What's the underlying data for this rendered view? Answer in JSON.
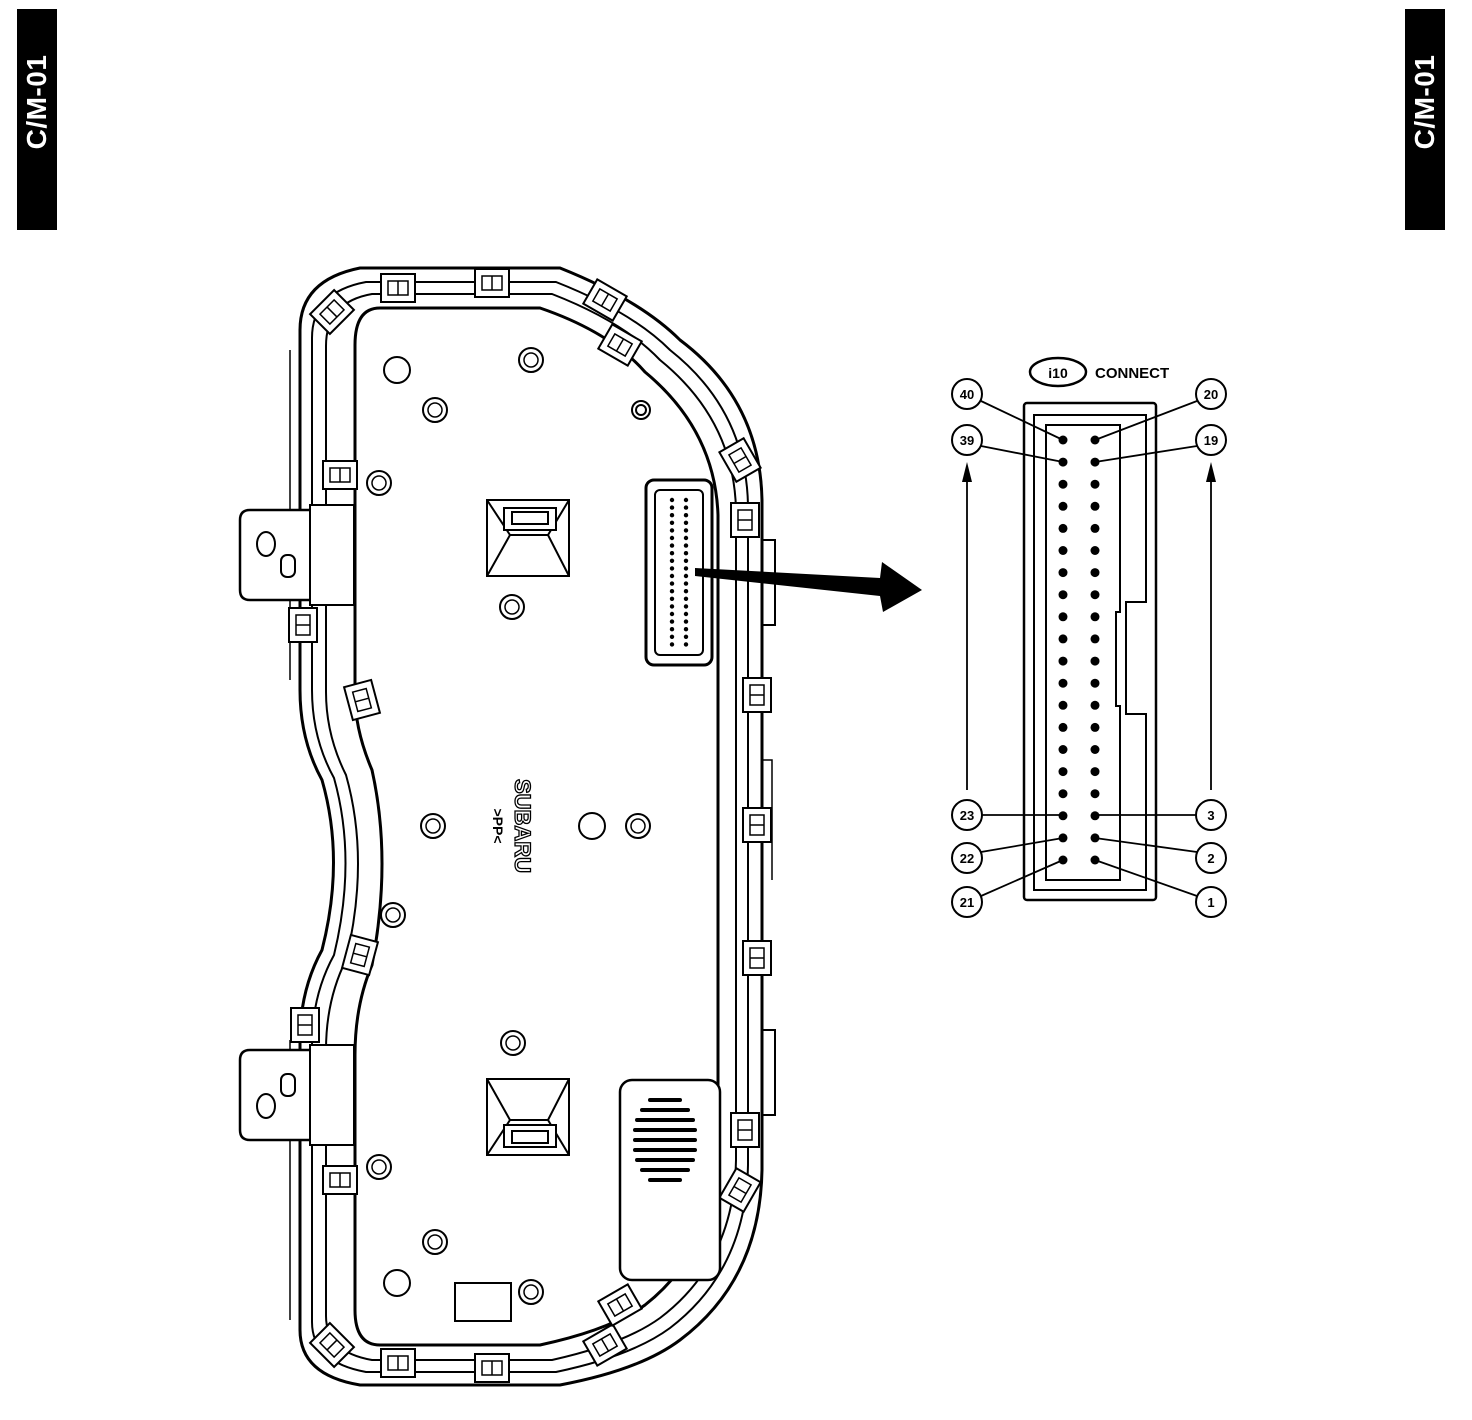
{
  "page_tabs": {
    "left": "C/M-01",
    "right": "C/M-01"
  },
  "connector": {
    "id": "i10",
    "label": "CONNECT"
  },
  "brand": {
    "name": "SUBARU",
    "material_mark": ">PP<"
  },
  "pins": {
    "top_left": "40",
    "top_right": "20",
    "second_left": "39",
    "second_right": "19",
    "third_from_bottom_left": "23",
    "third_from_bottom_right": "3",
    "second_from_bottom_left": "22",
    "second_from_bottom_right": "2",
    "bottom_left": "21",
    "bottom_right": "1"
  }
}
